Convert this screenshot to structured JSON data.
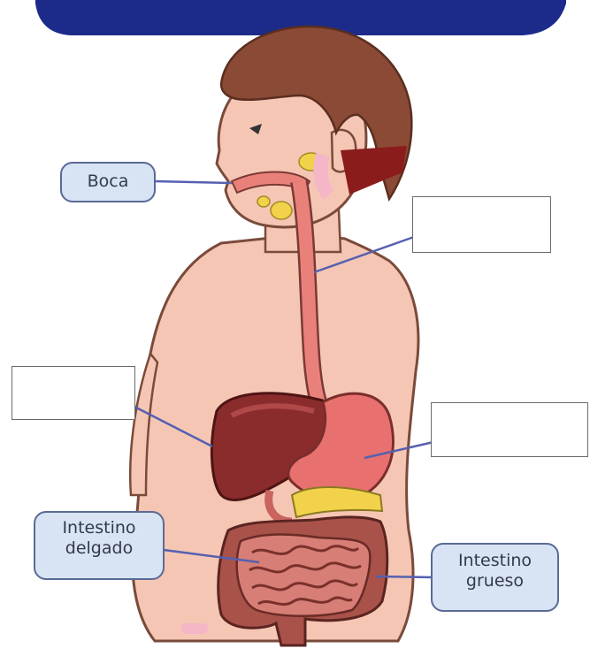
{
  "labels": {
    "boca": "Boca",
    "intestino_delgado": "Intestino\ndelgado",
    "intestino_grueso": "Intestino\ngrueso"
  },
  "colors": {
    "banner": "#1c2b8a",
    "hair": "#8a4a35",
    "skin": "#f6c6b4",
    "liver": "#8b2c2c",
    "stomach": "#e8706e",
    "esophagus": "#e9817a",
    "intestine": "#c9645e",
    "large_intestine": "#a8524a",
    "gland": "#f2d24a",
    "leader_line": "#5560b0",
    "label_fill": "#d8e3f4",
    "label_border": "#5a6a95"
  }
}
